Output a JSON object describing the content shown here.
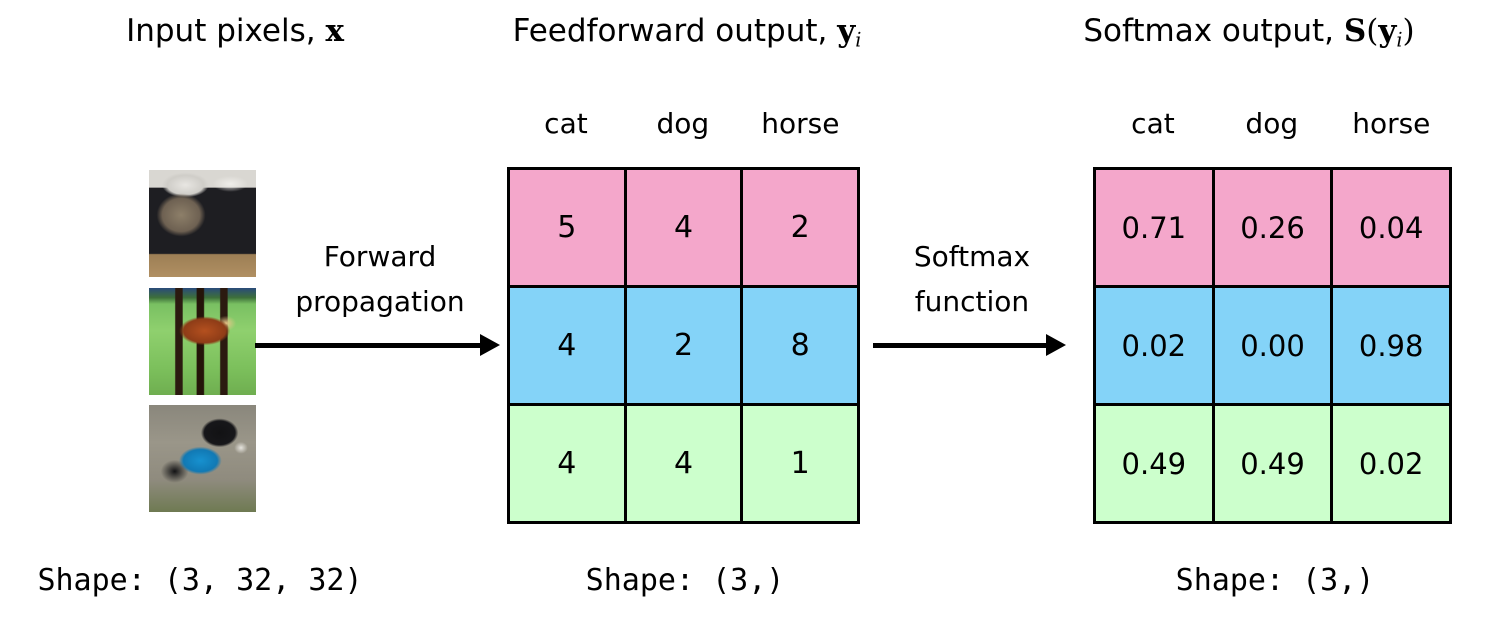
{
  "stages": {
    "input": {
      "title_text": "Input pixels, ",
      "title_symbol": "x",
      "shape": "Shape: (3, 32, 32)",
      "thumbnails": [
        {
          "name": "cat-thumbnail",
          "alt": "cat photo"
        },
        {
          "name": "horse-thumbnail",
          "alt": "brown horse on grass photo"
        },
        {
          "name": "dog-thumbnail",
          "alt": "black dog in blue coat photo"
        }
      ]
    },
    "feedforward": {
      "title_text": "Feedforward output, ",
      "title_symbol": "y",
      "title_subscript": "i",
      "shape": "Shape: (3,)"
    },
    "softmax": {
      "title_text": "Softmax output, ",
      "title_symbol_s": "S",
      "title_paren_open": "(",
      "title_symbol_y": "y",
      "title_subscript": "i",
      "title_paren_close": ")",
      "shape": "Shape: (3,)"
    }
  },
  "arrows": {
    "forward": {
      "line1": "Forward",
      "line2": "propagation"
    },
    "softmax": {
      "line1": "Softmax",
      "line2": "function"
    }
  },
  "class_labels": [
    "cat",
    "dog",
    "horse"
  ],
  "colors": {
    "row_pink": "#F4A7CB",
    "row_blue": "#84D3F8",
    "row_green": "#CCFFCC",
    "border": "#000000",
    "background": "#FFFFFF"
  },
  "chart_data": {
    "type": "table",
    "title": "Softmax transformation of feedforward logits",
    "columns": [
      "cat",
      "dog",
      "horse"
    ],
    "tables": [
      {
        "name": "Feedforward output, y_i",
        "shape": "(3,)",
        "rows": [
          {
            "row_color": "#F4A7CB",
            "values": [
              5,
              4,
              2
            ]
          },
          {
            "row_color": "#84D3F8",
            "values": [
              4,
              2,
              8
            ]
          },
          {
            "row_color": "#CCFFCC",
            "values": [
              4,
              4,
              1
            ]
          }
        ]
      },
      {
        "name": "Softmax output, S(y_i)",
        "shape": "(3,)",
        "rows": [
          {
            "row_color": "#F4A7CB",
            "values": [
              0.71,
              0.26,
              0.04
            ]
          },
          {
            "row_color": "#84D3F8",
            "values": [
              0.02,
              0.0,
              0.98
            ]
          },
          {
            "row_color": "#CCFFCC",
            "values": [
              0.49,
              0.49,
              0.02
            ]
          }
        ]
      }
    ]
  },
  "matrix_logits": {
    "rows": [
      {
        "c0": "5",
        "c1": "4",
        "c2": "2"
      },
      {
        "c0": "4",
        "c1": "2",
        "c2": "8"
      },
      {
        "c0": "4",
        "c1": "4",
        "c2": "1"
      }
    ]
  },
  "matrix_softmax": {
    "rows": [
      {
        "c0": "0.71",
        "c1": "0.26",
        "c2": "0.04"
      },
      {
        "c0": "0.02",
        "c1": "0.00",
        "c2": "0.98"
      },
      {
        "c0": "0.49",
        "c1": "0.49",
        "c2": "0.02"
      }
    ]
  }
}
